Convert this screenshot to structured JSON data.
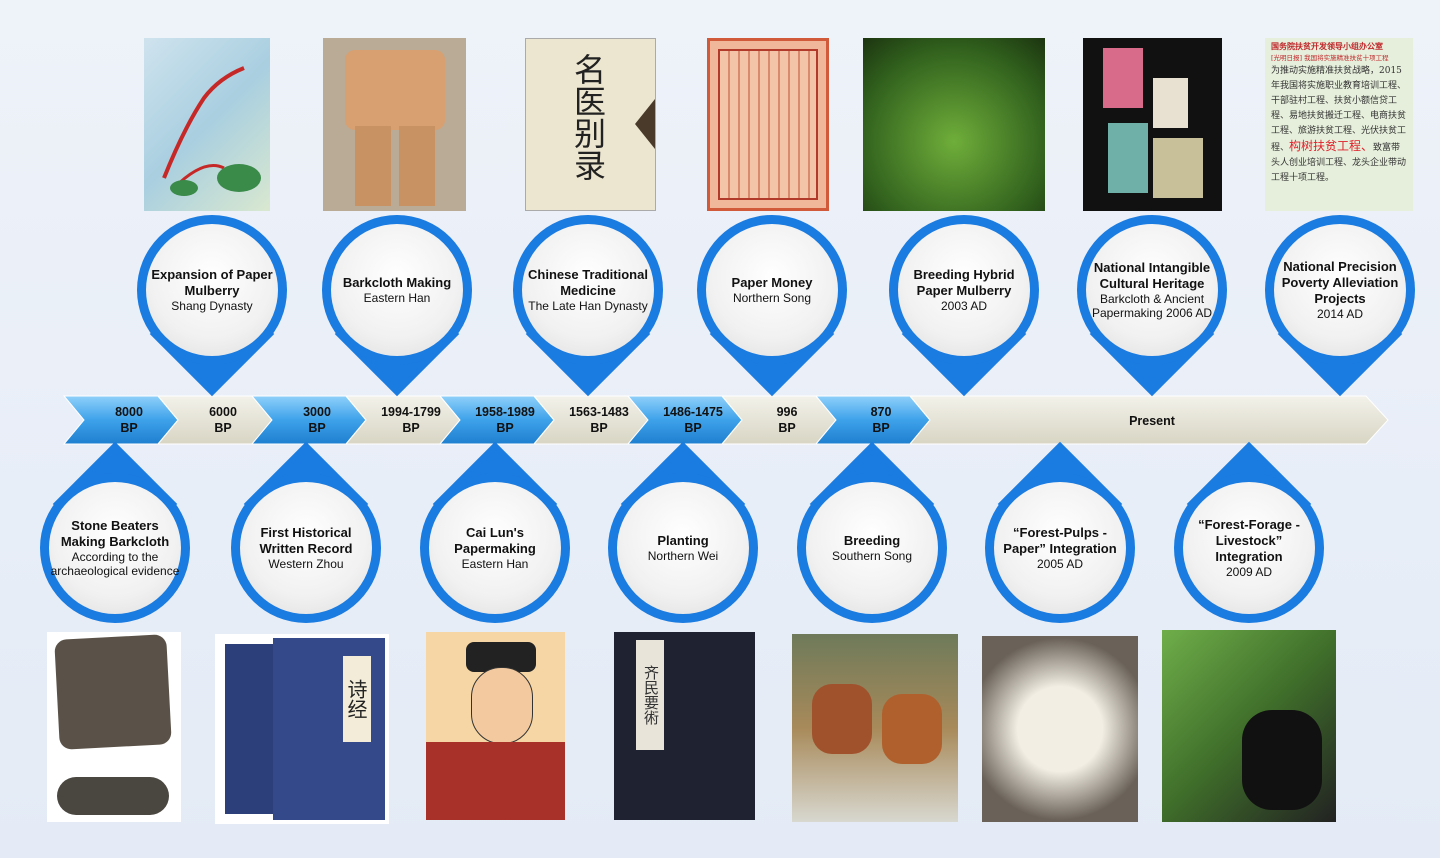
{
  "top_events": [
    {
      "title": "Expansion of Paper Mulberry",
      "sub": "Shang Dynasty"
    },
    {
      "title": "Barkcloth Making",
      "sub": "Eastern Han"
    },
    {
      "title": "Chinese Traditional Medicine",
      "sub": "The Late Han Dynasty"
    },
    {
      "title": "Paper Money",
      "sub": "Northern Song"
    },
    {
      "title": "Breeding Hybrid Paper Mulberry",
      "sub": "2003 AD"
    },
    {
      "title": "National Intangible Cultural Heritage",
      "sub": "Barkcloth & Ancient Papermaking 2006 AD"
    },
    {
      "title": "National Precision Poverty Alleviation Projects",
      "sub": "2014 AD"
    }
  ],
  "bottom_events": [
    {
      "title": "Stone Beaters Making Barkcloth",
      "sub": "According to the archaeological evidence"
    },
    {
      "title": "First Historical Written Record",
      "sub": "Western Zhou"
    },
    {
      "title": "Cai Lun's Papermaking",
      "sub": "Eastern Han"
    },
    {
      "title": "Planting",
      "sub": "Northern Wei"
    },
    {
      "title": "Breeding",
      "sub": "Southern Song"
    },
    {
      "title": "“Forest-Pulps -Paper” Integration",
      "sub": "2005 AD"
    },
    {
      "title": "“Forest-Forage -Livestock” Integration",
      "sub": "2009 AD"
    }
  ],
  "timeline": [
    {
      "a": "8000",
      "b": "BP"
    },
    {
      "a": "6000",
      "b": "BP"
    },
    {
      "a": "3000",
      "b": "BP"
    },
    {
      "a": "1994-1799",
      "b": "BP"
    },
    {
      "a": "1958-1989",
      "b": "BP"
    },
    {
      "a": "1563-1483",
      "b": "BP"
    },
    {
      "a": "1486-1475",
      "b": "BP"
    },
    {
      "a": "996",
      "b": "BP"
    },
    {
      "a": "870",
      "b": "BP"
    }
  ],
  "present": "Present",
  "images": {
    "medicine_book": "名医别录",
    "poetry_book": "诗经",
    "agri_book": "齐民要術",
    "notice_header": "国务院扶贫开发领导小组办公室",
    "notice_sub": "[光明日报] 我国将实施精准扶贫十项工程",
    "notice_body": "为推动实施精准扶贫战略，2015年我国将实施职业教育培训工程、干部驻村工程、扶贫小额信贷工程、易地扶贫搬迁工程、电商扶贫工程、旅游扶贫工程、光伏扶贫工程、",
    "notice_highlight": "构树扶贫工程、",
    "notice_tail": "致富带头人创业培训工程、龙头企业带动工程十项工程。"
  },
  "colors": {
    "blue": "#1a7be0",
    "chevron_blue": "#4aa8ec",
    "chevron_beige": "#e6e4d6"
  }
}
